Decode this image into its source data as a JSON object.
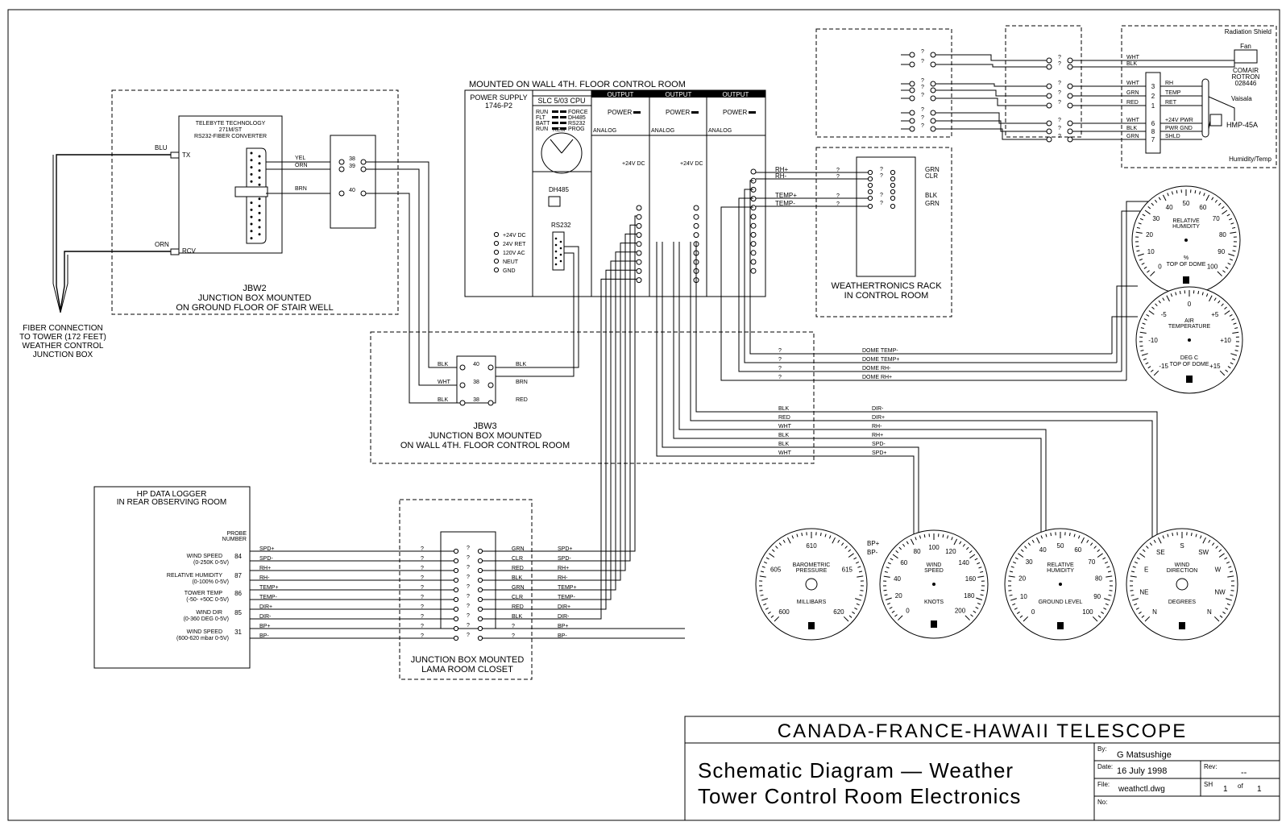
{
  "title_block": {
    "org": "CANADA-FRANCE-HAWAII TELESCOPE",
    "line1": "Schematic Diagram — Weather",
    "line2": "Tower Control Room Electronics",
    "by_label": "By:",
    "by": "G Matsushige",
    "date_label": "Date:",
    "date": "16 July 1998",
    "rev_label": "Rev:",
    "rev": "--",
    "file_label": "File:",
    "file": "weathctl.dwg",
    "sh_label": "SH",
    "sh": "1",
    "of_label": "of",
    "of": "1",
    "no_label": "No:"
  },
  "fiber": {
    "label1": "FIBER CONNECTION",
    "label2": "TO TOWER (172 FEET)",
    "label3": "WEATHER CONTROL",
    "label4": "JUNCTION BOX",
    "blu": "BLU",
    "orn": "ORN",
    "tx": "TX",
    "rcv": "RCV"
  },
  "jbw2": {
    "conv1": "TELEBYTE TECHNOLOGY",
    "conv2": "271M/ST",
    "conv3": "RS232-FIBER CONVERTER",
    "name": "JBW2",
    "desc1": "JUNCTION BOX MOUNTED",
    "desc2": "ON GROUND FLOOR OF STAIR WELL",
    "wires": [
      "YEL",
      "ORN",
      "BRN"
    ],
    "terms": [
      "38",
      "39",
      "40"
    ]
  },
  "plc": {
    "heading": "MOUNTED ON WALL 4TH. FLOOR CONTROL ROOM",
    "ps1": "POWER SUPPLY",
    "ps2": "1746-P2",
    "cpu": "SLC 5/03 CPU",
    "leds": [
      "RUN",
      "FLT",
      "BATT",
      "RUN",
      "FORCE",
      "DH485",
      "RS232",
      "PROG"
    ],
    "rem": "REM",
    "dh485": "DH485",
    "rs232": "RS232",
    "output": "OUTPUT",
    "power": "POWER",
    "analog": "ANALOG",
    "dc24": "+24V DC",
    "ps_terms": [
      "+24V DC",
      "24V RET",
      "120V AC",
      "NEUT",
      "GND"
    ]
  },
  "jbw3": {
    "name": "JBW3",
    "desc1": "JUNCTION BOX MOUNTED",
    "desc2": "ON WALL 4TH. FLOOR CONTROL ROOM",
    "rows": [
      {
        "l": "BLK",
        "t": "40",
        "r": "BLK"
      },
      {
        "l": "WHT",
        "t": "38",
        "r": "BRN"
      },
      {
        "l": "BLK",
        "t": "38",
        "r": "RED"
      }
    ]
  },
  "weathertronics": {
    "title1": "WEATHERTRONICS RACK",
    "title2": "IN CONTROL ROOM",
    "left": [
      "RH+",
      "RH-",
      "TEMP+",
      "TEMP-"
    ],
    "q": "?",
    "right": [
      "GRN",
      "CLR",
      "BLK",
      "GRN"
    ]
  },
  "sensor": {
    "radiation": "Radiation Shield",
    "fan": "Fan",
    "comair1": "COMAIR",
    "comair2": "ROTRON",
    "comair3": "028446",
    "vaisala": "Vaisala",
    "hmp": "HMP-45A",
    "humidity": "Humidity/Temp",
    "rows": [
      {
        "c": "WHT",
        "n": "3",
        "s": "RH"
      },
      {
        "c": "GRN",
        "n": "2",
        "s": "TEMP"
      },
      {
        "c": "RED",
        "n": "1",
        "s": "RET"
      },
      {
        "c": "WHT",
        "n": "6",
        "s": "+24V PWR"
      },
      {
        "c": "BLK",
        "n": "8",
        "s": "PWR GND"
      },
      {
        "c": "GRN",
        "n": "7",
        "s": "SHLD"
      }
    ],
    "fan_wires": [
      "WHT",
      "BLK"
    ]
  },
  "dome_wires": [
    {
      "q": "?",
      "name": "DOME TEMP-"
    },
    {
      "q": "?",
      "name": "DOME TEMP+"
    },
    {
      "q": "?",
      "name": "DOME RH-"
    },
    {
      "q": "?",
      "name": "DOME RH+"
    }
  ],
  "sensor_wires": [
    {
      "c": "BLK",
      "name": "DIR-"
    },
    {
      "c": "RED",
      "name": "DIR+"
    },
    {
      "c": "WHT",
      "name": "RH-"
    },
    {
      "c": "BLK",
      "name": "RH+"
    },
    {
      "c": "BLK",
      "name": "SPD-"
    },
    {
      "c": "WHT",
      "name": "SPD+"
    }
  ],
  "bp_labels": [
    "BP+",
    "BP-"
  ],
  "logger": {
    "title1": "HP DATA LOGGER",
    "title2": "IN REAR OBSERVING ROOM",
    "probe1": "PROBE",
    "probe2": "NUMBER",
    "channels": [
      {
        "n1": "WIND SPEED",
        "n2": "(0-250K 0-5V)",
        "p": "84"
      },
      {
        "n1": "RELATIVE HUMIDITY",
        "n2": "(0-100% 0-5V)",
        "p": "87"
      },
      {
        "n1": "TOWER TEMP",
        "n2": "(-50- +50C 0-5V)",
        "p": "86"
      },
      {
        "n1": "WIND DIR",
        "n2": "(0-360 DEG 0-5V)",
        "p": "85"
      },
      {
        "n1": "WIND SPEED",
        "n2": "(600-620 mbar 0-5V)",
        "p": "31"
      }
    ],
    "signals": [
      "SPD+",
      "SPD-",
      "RH+",
      "RH-",
      "TEMP+",
      "TEMP-",
      "DIR+",
      "DIR-",
      "BP+",
      "BP-"
    ]
  },
  "lama": {
    "desc1": "JUNCTION BOX MOUNTED",
    "desc2": "LAMA ROOM CLOSET",
    "q": "?",
    "colors": [
      "GRN",
      "CLR",
      "RED",
      "BLK",
      "GRN",
      "CLR",
      "RED",
      "BLK",
      "?",
      "?"
    ],
    "right": [
      "SPD+",
      "SPD-",
      "RH+",
      "RH-",
      "TEMP+",
      "TEMP-",
      "DIR+",
      "DIR-",
      "BP+",
      "BP-"
    ]
  },
  "gauges": {
    "rh_top": {
      "t1": "RELATIVE",
      "t2": "HUMIDITY",
      "unit": "%",
      "foot": "TOP OF DOME",
      "ticks": [
        "0",
        "10",
        "20",
        "30",
        "40",
        "50",
        "60",
        "70",
        "80",
        "90",
        "100"
      ]
    },
    "air_temp": {
      "t1": "AIR",
      "t2": "TEMPERATURE",
      "unit": "DEG C",
      "foot": "TOP OF DOME",
      "ticks": [
        "-15",
        "-10",
        "-5",
        "0",
        "+5",
        "+10",
        "+15"
      ]
    },
    "baro": {
      "t1": "BAROMETRIC",
      "t2": "PRESSURE",
      "unit": "MILLIBARS",
      "ticks": [
        "600",
        "605",
        "610",
        "615",
        "620"
      ]
    },
    "wind_speed": {
      "t1": "WIND",
      "t2": "SPEED",
      "unit": "KNOTS",
      "ticks": [
        "0",
        "20",
        "40",
        "60",
        "80",
        "100",
        "120",
        "140",
        "160",
        "180",
        "200"
      ]
    },
    "rh_ground": {
      "t1": "RELATIVE",
      "t2": "HUMIDITY",
      "unit": "GROUND LEVEL",
      "ticks": [
        "0",
        "10",
        "20",
        "30",
        "40",
        "50",
        "60",
        "70",
        "80",
        "90",
        "100"
      ]
    },
    "wind_dir": {
      "t1": "WIND",
      "t2": "DIRECTION",
      "unit": "DEGREES",
      "ticks": [
        "N",
        "NE",
        "E",
        "SE",
        "S",
        "SW",
        "W",
        "NW",
        "N"
      ]
    }
  }
}
